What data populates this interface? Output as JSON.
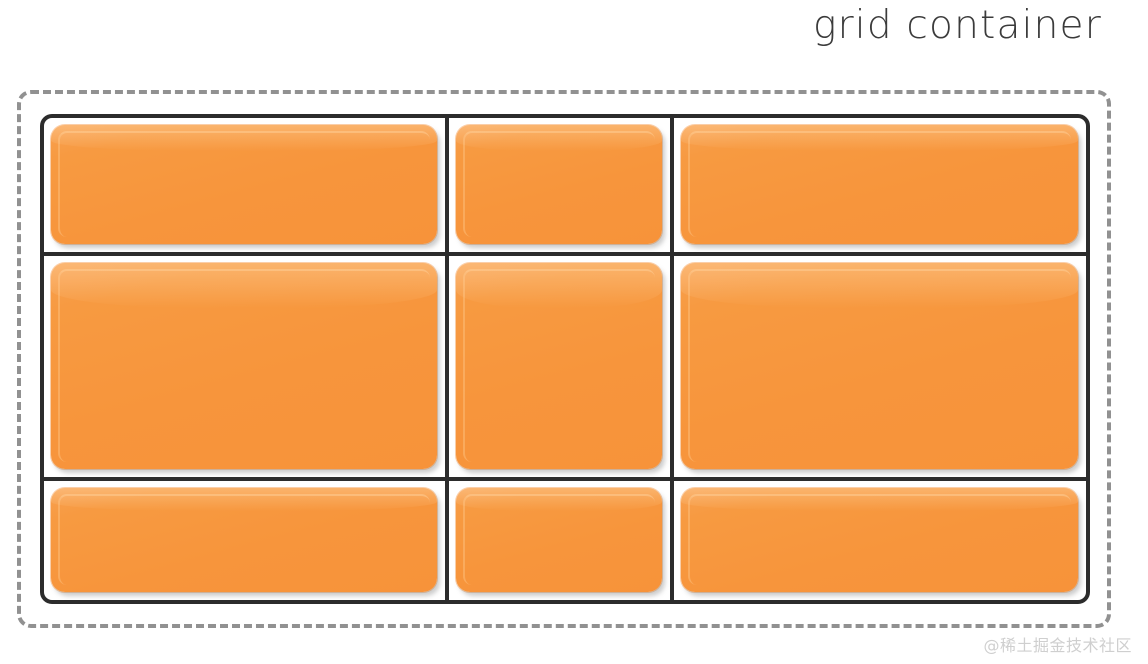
{
  "diagram": {
    "title": "grid container",
    "title_color": "#3b3b3b",
    "container": {
      "name": "grid container",
      "border_style": "dashed",
      "border_color": "#919191"
    },
    "grid": {
      "columns": 3,
      "rows": 3,
      "line_color": "#2c2c2c",
      "item_color": "#f7953c",
      "item_highlight_color": "#f8a050",
      "items": [
        {
          "label": "",
          "row": 1,
          "column": 1
        },
        {
          "label": "",
          "row": 1,
          "column": 2
        },
        {
          "label": "",
          "row": 1,
          "column": 3
        },
        {
          "label": "",
          "row": 2,
          "column": 1
        },
        {
          "label": "",
          "row": 2,
          "column": 2
        },
        {
          "label": "",
          "row": 2,
          "column": 3
        },
        {
          "label": "",
          "row": 3,
          "column": 1
        },
        {
          "label": "",
          "row": 3,
          "column": 2
        },
        {
          "label": "",
          "row": 3,
          "column": 3
        }
      ]
    }
  },
  "watermark": {
    "text": "@稀土掘金技术社区"
  }
}
